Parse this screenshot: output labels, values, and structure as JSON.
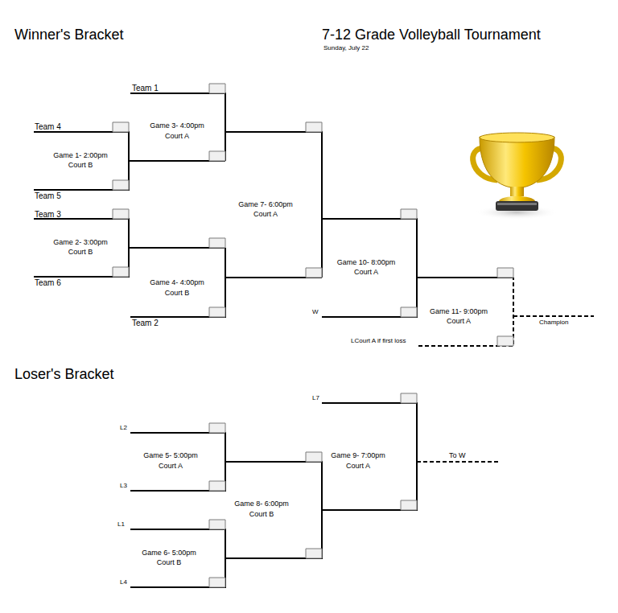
{
  "diagram": {
    "title": "7-12 Grade Volleyball Tournament",
    "labels": [
      "Winner's Bracket",
      "Sunday, July 22",
      "Team 1",
      "Game 3- 4:00pm",
      "Court A",
      "Team 4",
      "Game 1- 2:00pm",
      "Court B",
      "Team 5",
      "Team 3",
      "Game 7- 6:00pm",
      "Court A",
      "Game 2- 3:00pm",
      "Court B",
      "Game 10- 8:00pm",
      "Court A",
      "Team 6",
      "Game 4- 4:00pm",
      "Court B",
      "W",
      "Game 11- 9:00pm",
      "Court A",
      "Champion",
      "LCourt A if first loss",
      "Team 2",
      "Loser's Bracket",
      "L7",
      "L2",
      "Game 5- 5:00pm",
      "Court A",
      "Game 9- 7:00pm",
      "Court A",
      "To W",
      "L3",
      "Game 8- 6:00pm",
      "Court B",
      "L1",
      "Game 6- 5:00pm",
      "Court B",
      "L4"
    ]
  }
}
